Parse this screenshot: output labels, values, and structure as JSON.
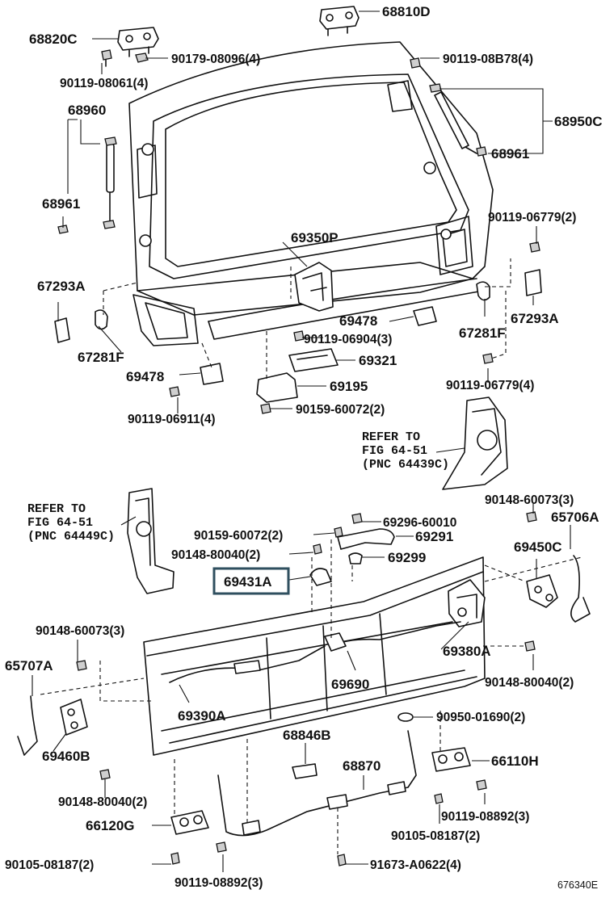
{
  "labels": {
    "p68810D": "68810D",
    "p68820C": "68820C",
    "p90179_08096": "90179-08096(4)",
    "p90119_08B78": "90119-08B78(4)",
    "p90119_08061": "90119-08061(4)",
    "p68960": "68960",
    "p68950C": "68950C",
    "p68961_r": "68961",
    "p68961_l": "68961",
    "p90119_06779_a": "90119-06779(2)",
    "p69350P": "69350P",
    "p67293A_l": "67293A",
    "p67293A_r": "67293A",
    "p69478_r": "69478",
    "p90119_06904": "90119-06904(3)",
    "p67281F_r": "67281F",
    "p67281F_l": "67281F",
    "p69321": "69321",
    "p69478_l": "69478",
    "p90119_06779_b": "90119-06779(4)",
    "p69195": "69195",
    "p90119_06911": "90119-06911(4)",
    "p90159_60072_a": "90159-60072(2)",
    "ref_r_1": "REFER TO",
    "ref_r_2": "FIG 64-51",
    "ref_r_3": "(PNC 64439C)",
    "p90148_60073_r": "90148-60073(3)",
    "p65706A": "65706A",
    "ref_l_1": "REFER TO",
    "ref_l_2": "FIG 64-51",
    "ref_l_3": "(PNC 64449C)",
    "p69296_60010": "69296-60010",
    "p90159_60072_b": "90159-60072(2)",
    "p69291": "69291",
    "p69450C": "69450C",
    "p90148_80040_a": "90148-80040(2)",
    "p69299": "69299",
    "p69431A": "69431A",
    "p90148_60073_l": "90148-60073(3)",
    "p69380A": "69380A",
    "p65707A": "65707A",
    "p90148_80040_b": "90148-80040(2)",
    "p69690": "69690",
    "p69390A": "69390A",
    "p90950_01690": "90950-01690(2)",
    "p68846B": "68846B",
    "p69460B": "69460B",
    "p68870": "68870",
    "p66110H": "66110H",
    "p90148_80040_c": "90148-80040(2)",
    "p90119_08892_r": "90119-08892(3)",
    "p66120G": "66120G",
    "p90105_08187_r": "90105-08187(2)",
    "p90105_08187_l": "90105-08187(2)",
    "p91673_A0622": "91673-A0622(4)",
    "p90119_08892_l": "90119-08892(3)",
    "catalog_id": "676340E"
  },
  "highlight_color": "#2f4f5f"
}
